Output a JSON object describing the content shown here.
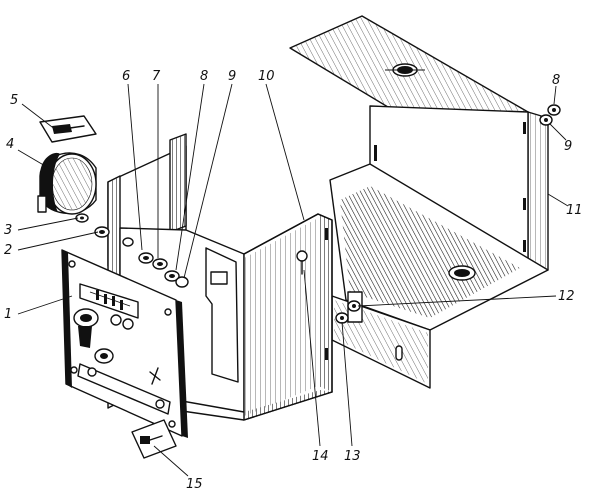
{
  "figure": {
    "callouts": [
      {
        "id": "1",
        "label": "1"
      },
      {
        "id": "2",
        "label": "2"
      },
      {
        "id": "3",
        "label": "3"
      },
      {
        "id": "4",
        "label": "4"
      },
      {
        "id": "5",
        "label": "5"
      },
      {
        "id": "6",
        "label": "6"
      },
      {
        "id": "7",
        "label": "7"
      },
      {
        "id": "8",
        "label": "8"
      },
      {
        "id": "9",
        "label": "9"
      },
      {
        "id": "10",
        "label": "10"
      },
      {
        "id": "8b",
        "label": "8"
      },
      {
        "id": "9b",
        "label": "9"
      },
      {
        "id": "11",
        "label": "11"
      },
      {
        "id": "12",
        "label": "12"
      },
      {
        "id": "13",
        "label": "13"
      },
      {
        "id": "14",
        "label": "14"
      },
      {
        "id": "15",
        "label": "15"
      }
    ]
  }
}
